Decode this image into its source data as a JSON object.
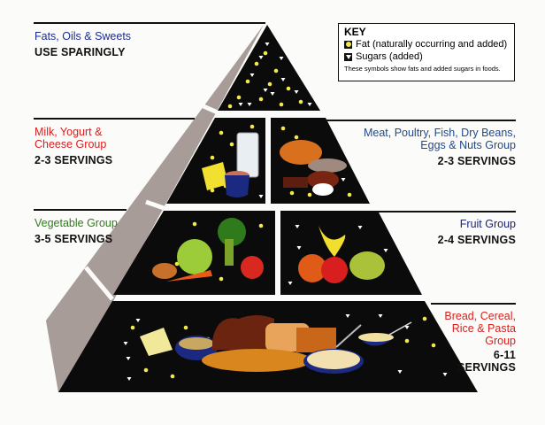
{
  "key": {
    "title": "KEY",
    "fat_label": "Fat (naturally occurring and added)",
    "sugar_label": "Sugars (added)",
    "note": "These symbols show fats and added sugars in foods.",
    "fat_icon": "yellow-circle",
    "sugar_icon": "white-triangle"
  },
  "groups": {
    "fats": {
      "name": "Fats, Oils & Sweets",
      "servings": "USE SPARINGLY",
      "color": "#1c2d8c"
    },
    "milk": {
      "name_line1": "Milk, Yogurt &",
      "name_line2": "Cheese Group",
      "servings": "2-3 SERVINGS",
      "color": "#d8201f"
    },
    "meat": {
      "name_line1": "Meat, Poultry, Fish, Dry Beans,",
      "name_line2": "Eggs & Nuts Group",
      "servings": "2-3 SERVINGS",
      "color": "#1f4a8c"
    },
    "vegetable": {
      "name": "Vegetable Group",
      "servings": "3-5 SERVINGS",
      "color": "#2e7d1a"
    },
    "fruit": {
      "name": "Fruit Group",
      "servings": "2-4 SERVINGS",
      "color": "#1c2370"
    },
    "bread": {
      "name_line1": "Bread, Cereal,",
      "name_line2": "Rice & Pasta",
      "name_line3": "Group",
      "servings_line1": "6-11",
      "servings_line2": "SERVINGS",
      "color": "#d8201f"
    }
  },
  "colors": {
    "pyramid_face": "#0b0b0b",
    "pyramid_side": "#a89c98",
    "fat_dot": "#f4e94a",
    "sugar_triangle": "#ffffff"
  }
}
